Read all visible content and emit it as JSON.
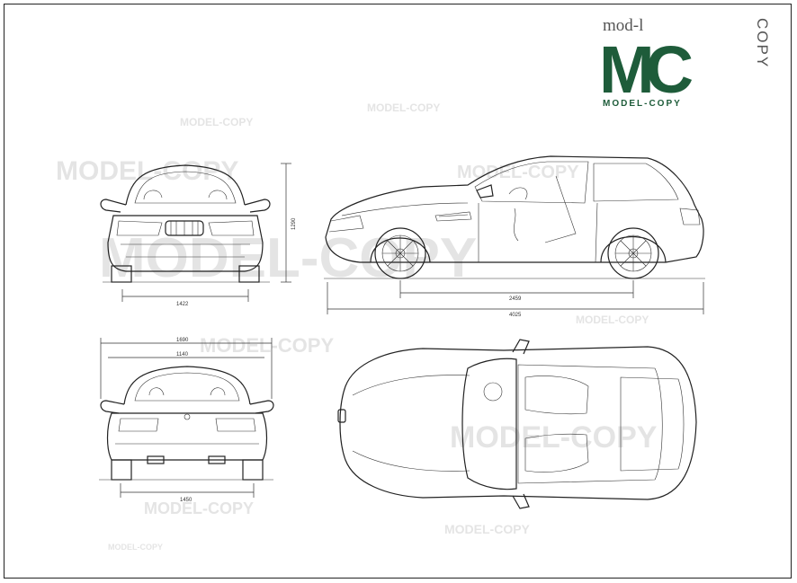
{
  "logo": {
    "top_text": "mod-l",
    "letters": "MC",
    "side_text": "COPY",
    "bottom_text": "MODEL-COPY",
    "color": "#1e5c3a"
  },
  "watermark": {
    "text": "MODEL-COPY",
    "big_text": "MODEL-COPY",
    "color": "#cfcfcf"
  },
  "dimensions": {
    "front_height": "1290",
    "front_track": "1422",
    "wheelbase": "2459",
    "length": "4025",
    "rear_overall_width": "1690",
    "rear_inner_width": "1140",
    "rear_track": "1450"
  }
}
